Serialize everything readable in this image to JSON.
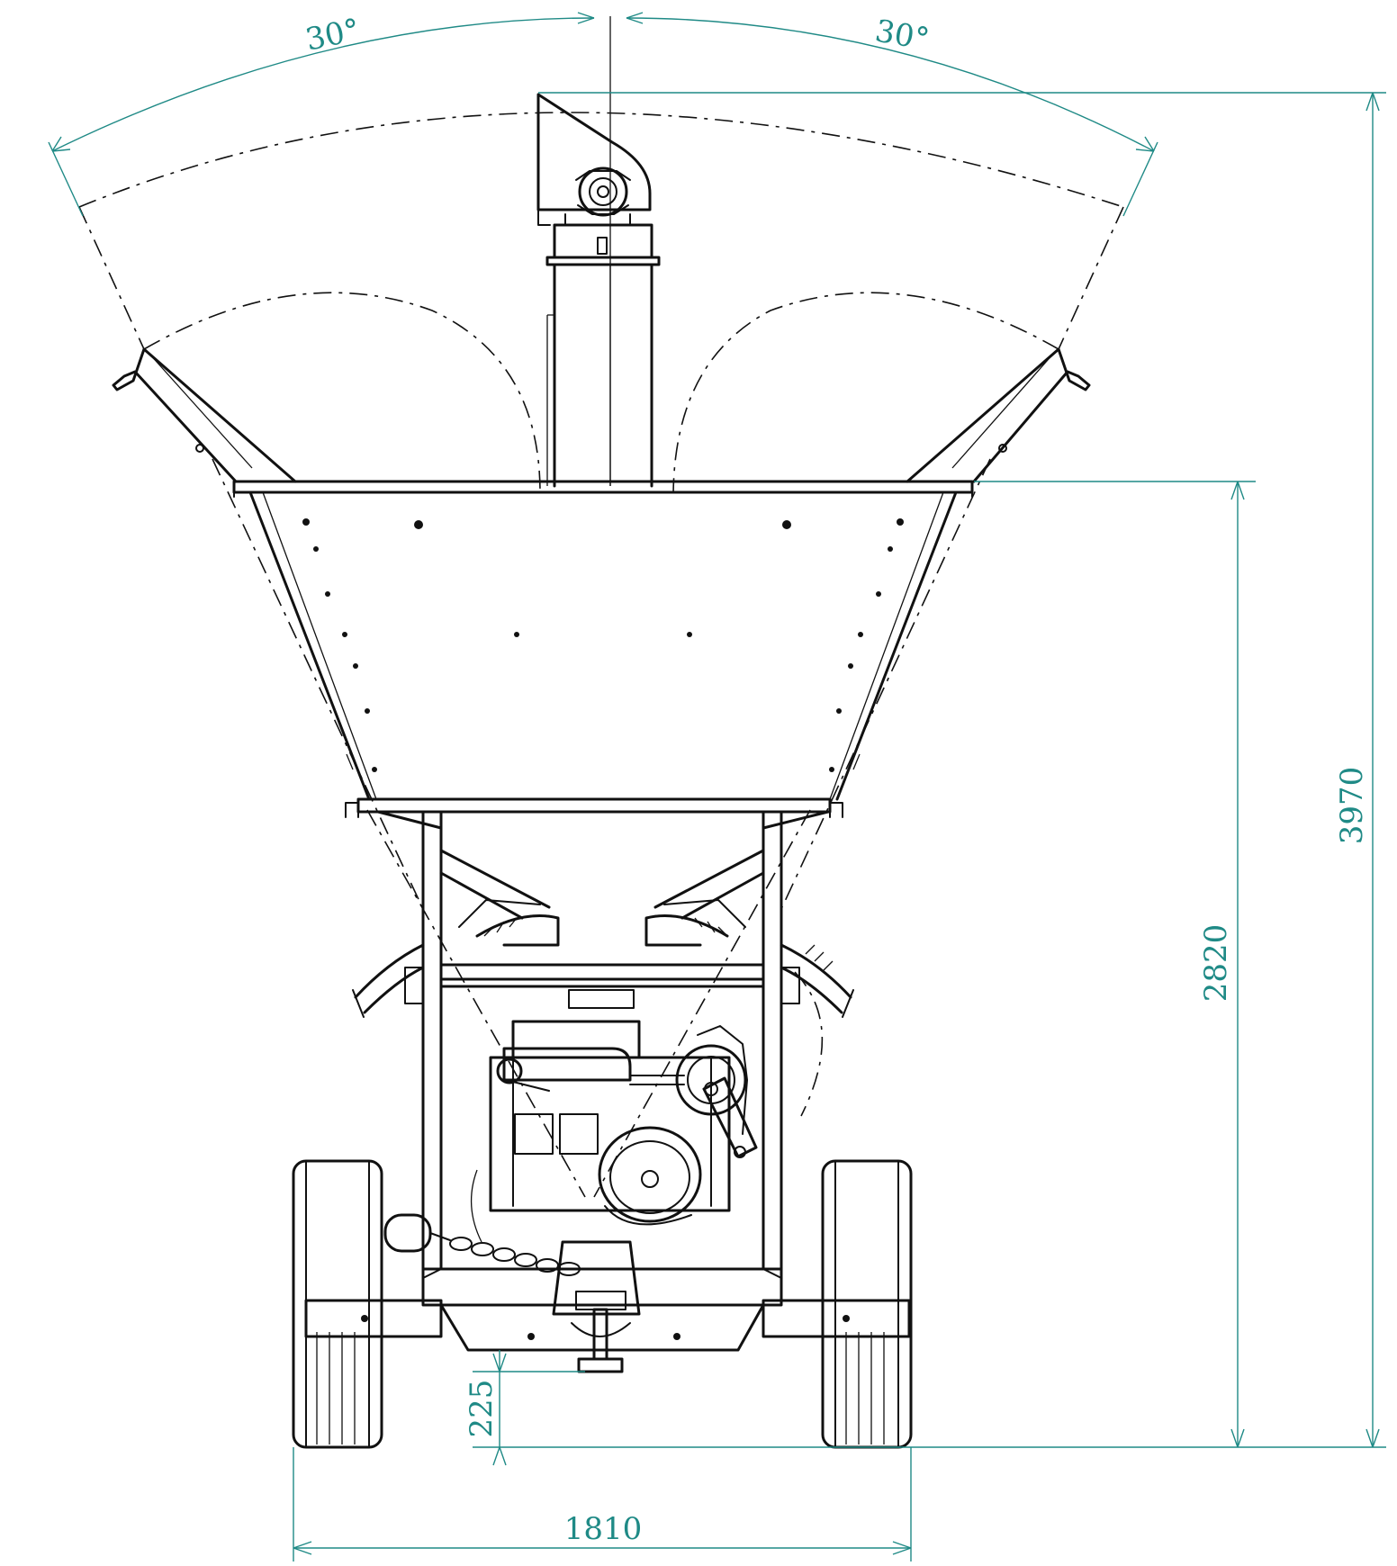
{
  "colors": {
    "dimension": "#1f8a86",
    "linework": "#111111",
    "background": "#ffffff"
  },
  "dimensions": {
    "angle_left": "30°",
    "angle_right": "30°",
    "total_height": "3970",
    "hopper_height": "2820",
    "ground_clearance": "225",
    "track_width": "1810"
  }
}
